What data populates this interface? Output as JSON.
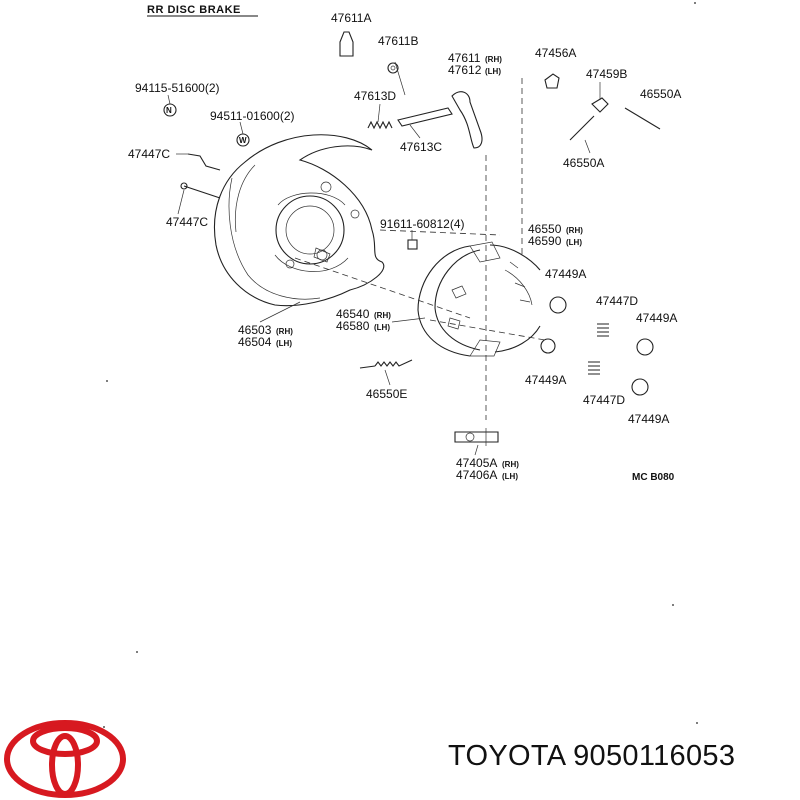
{
  "diagram": {
    "title": "RR DISC BRAKE",
    "code": "MC B080",
    "labels": {
      "p47611A": "47611A",
      "p47611B": "47611B",
      "p47611": "47611",
      "p47611_rh": "(RH)",
      "p47612": "47612",
      "p47612_lh": "(LH)",
      "p47456A": "47456A",
      "p94115": "94115-51600(2)",
      "p47613D": "47613D",
      "p47459B": "47459B",
      "p46550A_top": "46550A",
      "p94511": "94511-01600(2)",
      "p47613C": "47613C",
      "p46550A_mid": "46550A",
      "p47447C_top": "47447C",
      "p47447C_bot": "47447C",
      "p91611": "91611-60812(4)",
      "p46550": "46550",
      "p46550_rh": "(RH)",
      "p46590": "46590",
      "p46590_lh": "(LH)",
      "p47449A_1": "47449A",
      "p47447D_top": "47447D",
      "p47449A_2": "47449A",
      "p46503": "46503",
      "p46503_rh": "(RH)",
      "p46504": "46504",
      "p46504_lh": "(LH)",
      "p46540": "46540",
      "p46540_rh": "(RH)",
      "p46580": "46580",
      "p46580_lh": "(LH)",
      "p47449A_3": "47449A",
      "p47447D_bot": "47447D",
      "p46550E": "46550E",
      "p47449A_4": "47449A",
      "p47405A": "47405A",
      "p47405A_rh": "(RH)",
      "p47406A": "47406A",
      "p47406A_lh": "(LH)"
    }
  },
  "brand": {
    "logo_color": "#d71920",
    "text": "TOYOTA 9050116053"
  }
}
